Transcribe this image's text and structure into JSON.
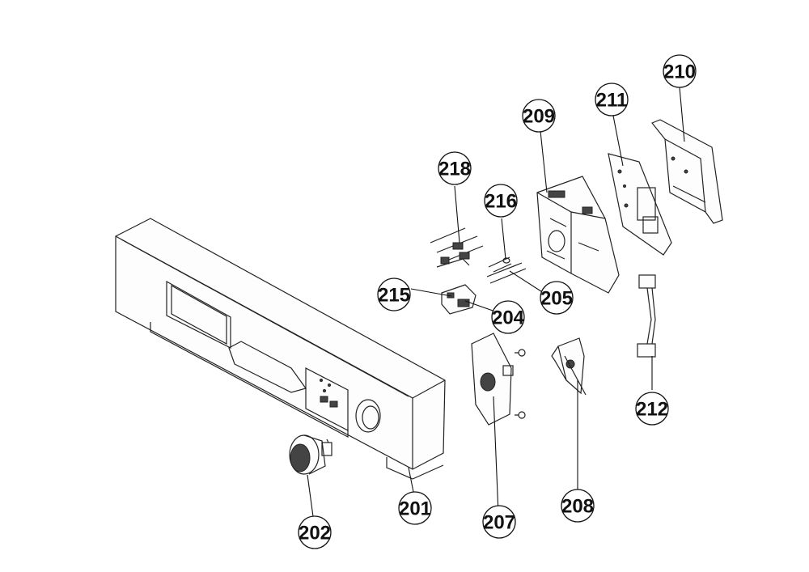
{
  "callouts": [
    {
      "id": "201",
      "label": "201"
    },
    {
      "id": "202",
      "label": "202"
    },
    {
      "id": "204",
      "label": "204"
    },
    {
      "id": "205",
      "label": "205"
    },
    {
      "id": "207",
      "label": "207"
    },
    {
      "id": "208",
      "label": "208"
    },
    {
      "id": "209",
      "label": "209"
    },
    {
      "id": "210",
      "label": "210"
    },
    {
      "id": "211",
      "label": "211"
    },
    {
      "id": "212",
      "label": "212"
    },
    {
      "id": "215",
      "label": "215"
    },
    {
      "id": "216",
      "label": "216"
    },
    {
      "id": "218",
      "label": "218"
    }
  ]
}
